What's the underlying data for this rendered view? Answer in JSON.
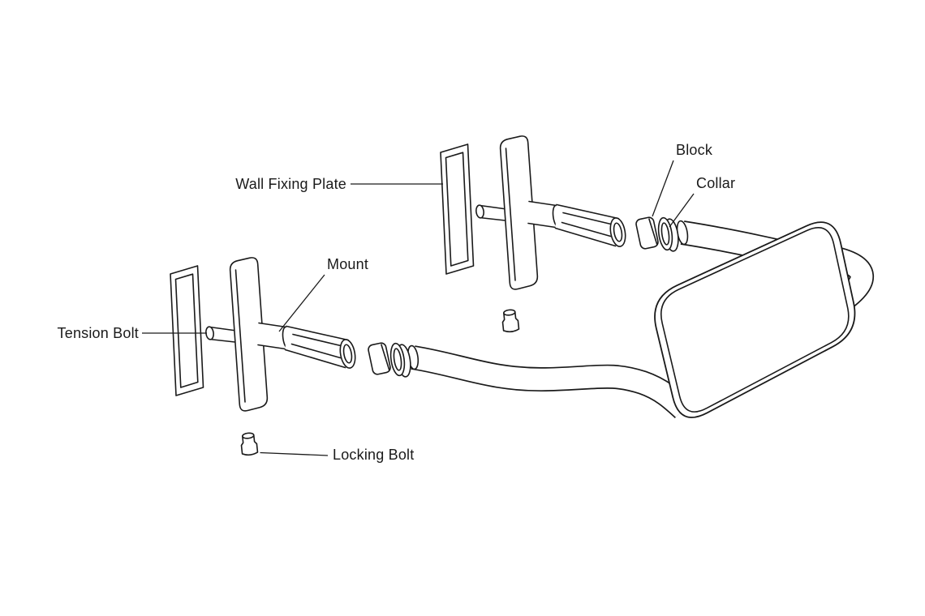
{
  "diagram": {
    "type": "exploded-assembly-line-drawing",
    "labels": {
      "wall_fixing_plate": "Wall Fixing Plate",
      "mount": "Mount",
      "tension_bolt": "Tension Bolt",
      "locking_bolt": "Locking Bolt",
      "block": "Block",
      "collar": "Collar"
    },
    "colors": {
      "line": "#1a1a1a",
      "background": "#ffffff"
    }
  }
}
